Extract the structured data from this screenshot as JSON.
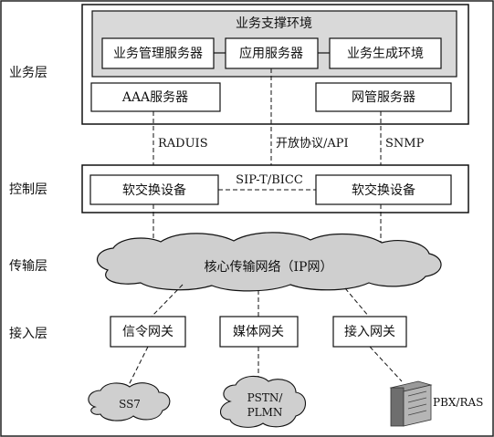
{
  "layers": {
    "business": "业务层",
    "control": "控制层",
    "transport": "传输层",
    "access": "接入层"
  },
  "business": {
    "env_title": "业务支撑环境",
    "service_mgmt": "业务管理服务器",
    "app_server": "应用服务器",
    "service_gen": "业务生成环境",
    "aaa": "AAA服务器",
    "nms": "网管服务器"
  },
  "connectors": {
    "radius": "RADUIS",
    "open_protocol": "开放协议/API",
    "snmp": "SNMP",
    "sip": "SIP-T/BICC"
  },
  "control": {
    "softswitch_left": "软交换设备",
    "softswitch_right": "软交换设备"
  },
  "transport": {
    "core_network": "核心传输网络（IP网）"
  },
  "access": {
    "signaling_gw": "信令网关",
    "media_gw": "媒体网关",
    "access_gw": "接入网关"
  },
  "endpoints": {
    "ss7": "SS7",
    "pstn_line1": "PSTN/",
    "pstn_line2": "PLMN",
    "pbx": "PBX/RAS"
  },
  "colors": {
    "inner_env_fill": "#d9d9d9",
    "cloud_fill": "#cfcfcf",
    "line": "#111111"
  }
}
